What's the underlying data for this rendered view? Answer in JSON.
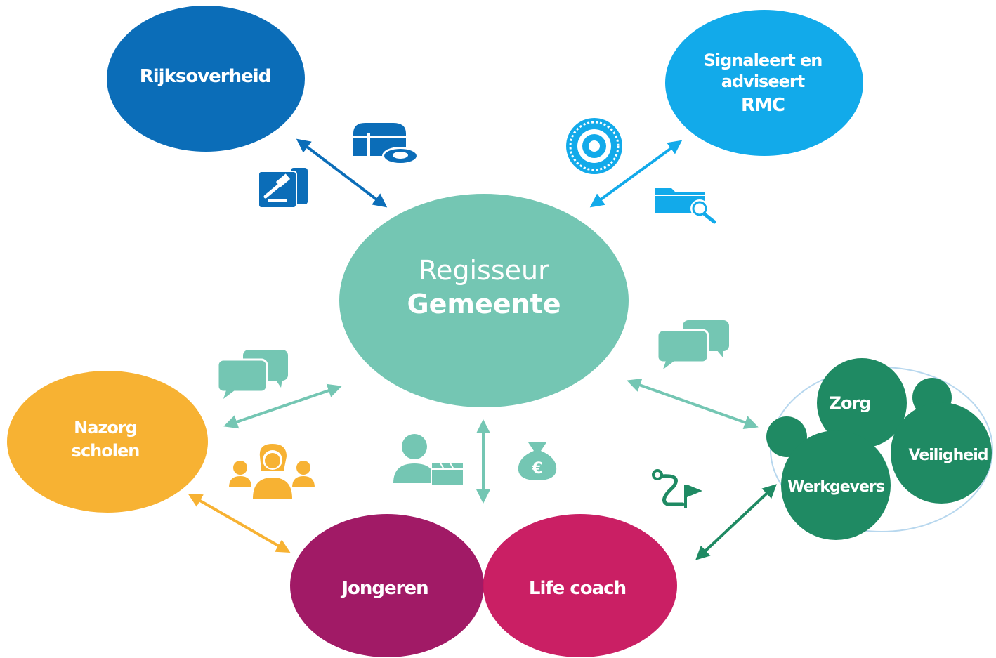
{
  "diagram": {
    "center": {
      "line1": "Regisseur",
      "line2": "Gemeente"
    },
    "rijksoverheid": {
      "label": "Rijksoverheid"
    },
    "rmc": {
      "line1": "Signaleert en",
      "line2": "adviseert",
      "line3": "RMC"
    },
    "nazorg": {
      "line1": "Nazorg",
      "line2": "scholen"
    },
    "jongeren": {
      "label": "Jongeren"
    },
    "lifecoach": {
      "label": "Life coach"
    },
    "cluster": {
      "zorg": "Zorg",
      "veiligheid": "Veiligheid",
      "werkgevers": "Werkgevers"
    },
    "icons": {
      "money_bag_symbol": "€"
    },
    "colors": {
      "center": "#74c6b3",
      "rijksoverheid": "#0b6db8",
      "rmc": "#12aaea",
      "nazorg": "#f7b233",
      "jongeren": "#a11a66",
      "lifecoach": "#c8185f",
      "cluster": "#1f8a63",
      "cluster_outline": "#b7d7ee",
      "icon_blue": "#0b6db8",
      "icon_lightblue": "#12aaea",
      "icon_mint": "#74c6b3",
      "icon_orange": "#f7b233",
      "icon_green": "#1f8a63"
    }
  }
}
